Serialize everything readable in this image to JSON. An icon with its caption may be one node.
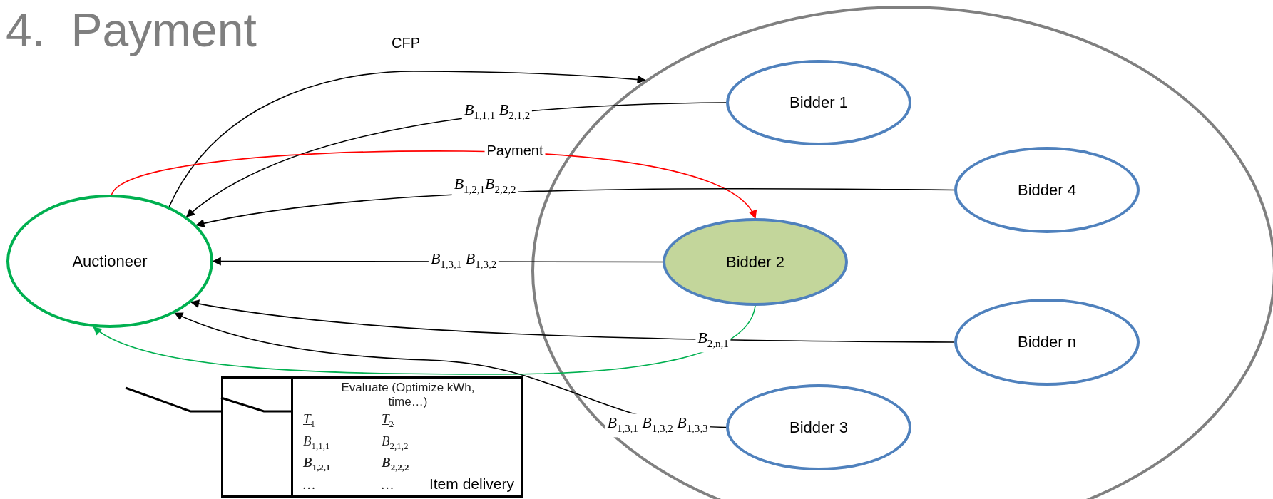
{
  "diagram": {
    "title": "4. Payment",
    "nodes": [
      {
        "text": [
          "Auctioneer"
        ]
      },
      {
        "text": [],
        "shape": "circle"
      },
      {
        "text": [
          "Bidder 1"
        ],
        "in": 1
      },
      {
        "text": [
          "Bidder 4"
        ],
        "in": 1
      },
      {
        "text": [
          "Bidder 2"
        ],
        "in": 1
      },
      {
        "text": [
          "Bidder n"
        ],
        "in": 1
      },
      {
        "text": [
          "Bidder 3"
        ],
        "in": 1
      },
      {
        "text": [
          "Evaluate (Optimize kWh, time…)",
          "Item delivery"
        ]
      }
    ],
    "edges": [
      {
        "from": 0,
        "to": 1,
        "arrow": "to",
        "label": "CFP"
      },
      {
        "from": 2,
        "to": 0,
        "arrow": "to",
        "label": "B$_{1,1,1}$ B$_{2,1,2}$"
      },
      {
        "from": 0,
        "to": 4,
        "arrow": "to",
        "label": "Payment",
        "color": "#ff0000"
      },
      {
        "from": 3,
        "to": 0,
        "arrow": "to",
        "label": "B$_{1,2,1}$B$_{2,2,2}$"
      },
      {
        "from": 4,
        "to": 0,
        "arrow": "to",
        "label": "B$_{1,3,1}$ B$_{1,3,2}$"
      },
      {
        "from": 5,
        "to": 0,
        "arrow": "to",
        "label": "B$_{2,n,1}$"
      },
      {
        "from": 6,
        "to": 0,
        "arrow": "to",
        "label": "B$_{1,3,1}$ B$_{1,3,2}$ B$_{1,3,3}$"
      },
      {
        "from": 4,
        "to": 0,
        "arrow": "to",
        "color": "#00b050"
      },
      {
        "from": 7,
        "to": null,
        "arrow": "none"
      },
      {
        "from": 7,
        "to": null,
        "arrow": "none"
      }
    ],
    "labels": [
      "T$_{1}$",
      "T$_{2}$",
      "B$_{1,1,1}$",
      "B$_{2,1,2}$",
      "B$_{1,2,1}$",
      "B$_{2,2,2}$",
      "…",
      "…"
    ]
  }
}
